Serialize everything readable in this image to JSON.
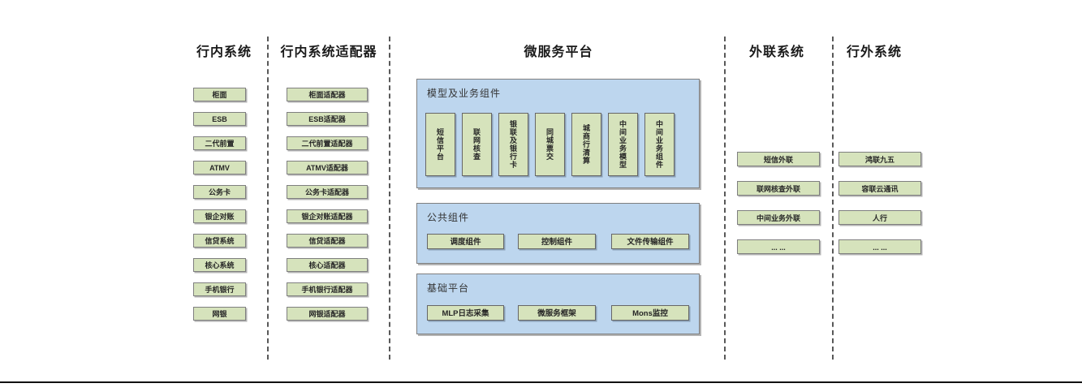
{
  "colors": {
    "green_box_fill": "#d6e3bc",
    "green_box_border": "#7f7f7f",
    "blue_section_fill": "#bdd6ee",
    "blue_section_border": "#7f7f7f",
    "divider_dash": "#595959",
    "bottom_rule": "#111111",
    "text": "#262626"
  },
  "columns": {
    "internal": {
      "title": "行内系统",
      "items": [
        "柜面",
        "ESB",
        "二代前置",
        "ATMV",
        "公务卡",
        "银企对账",
        "信贷系统",
        "核心系统",
        "手机银行",
        "网银"
      ]
    },
    "adapters": {
      "title": "行内系统适配器",
      "items": [
        "柜面适配器",
        "ESB适配器",
        "二代前置适配器",
        "ATMV适配器",
        "公务卡适配器",
        "银企对账适配器",
        "信贷适配器",
        "核心适配器",
        "手机银行适配器",
        "网银适配器"
      ]
    },
    "platform": {
      "title": "微服务平台",
      "sections": [
        {
          "title": "模型及业务组件",
          "items": [
            "短信平台",
            "联网核查",
            "银联及银行卡",
            "同城票交",
            "城商行清算",
            "中间业务模型",
            "中间业务组件"
          ]
        },
        {
          "title": "公共组件",
          "items": [
            "调度组件",
            "控制组件",
            "文件传输组件"
          ]
        },
        {
          "title": "基础平台",
          "items": [
            "MLP日志采集",
            "微服务框架",
            "Mons监控"
          ]
        }
      ]
    },
    "outreach": {
      "title": "外联系统",
      "items": [
        "短信外联",
        "联网核查外联",
        "中间业务外联",
        "... ..."
      ]
    },
    "external": {
      "title": "行外系统",
      "items": [
        "鸿联九五",
        "容联云通讯",
        "人行",
        "... ..."
      ]
    }
  }
}
